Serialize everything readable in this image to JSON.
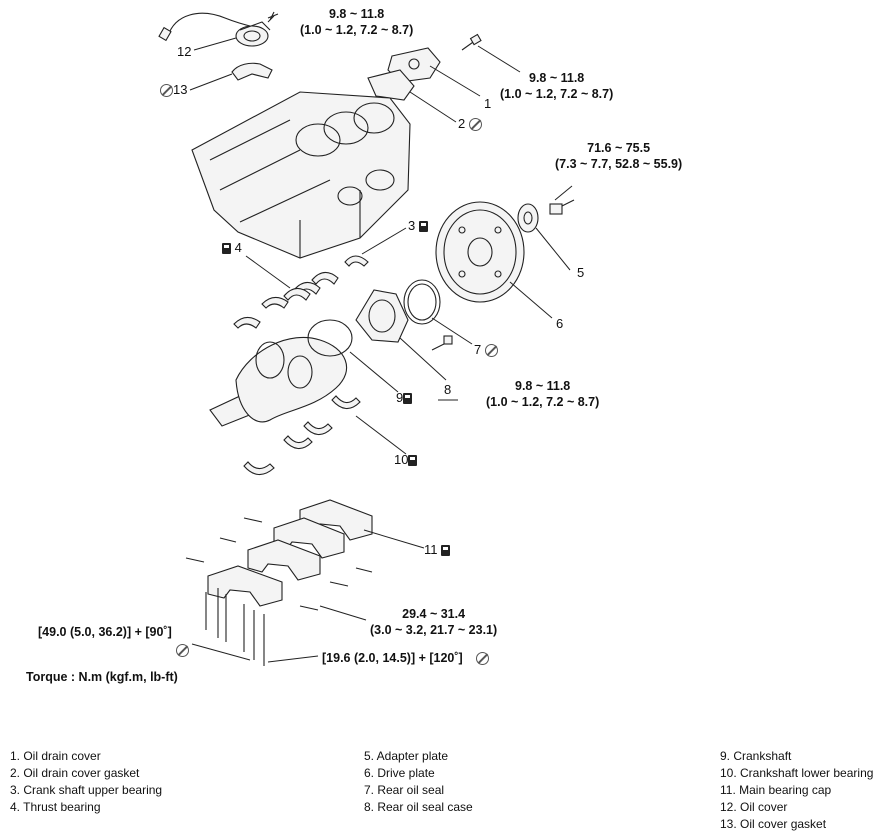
{
  "torque_specs": {
    "t12": {
      "line1": "9.8 ~ 11.8",
      "line2": "(1.0 ~ 1.2, 7.2 ~ 8.7)"
    },
    "t1": {
      "line1": "9.8 ~ 11.8",
      "line2": "(1.0 ~ 1.2, 7.2 ~ 8.7)"
    },
    "t5": {
      "line1": "71.6 ~ 75.5",
      "line2": "(7.3 ~ 7.7, 52.8 ~ 55.9)"
    },
    "t8": {
      "line1": "9.8 ~ 11.8",
      "line2": "(1.0 ~ 1.2, 7.2 ~ 8.7)"
    },
    "t11": {
      "line1": "29.4 ~ 31.4",
      "line2": "(3.0 ~ 3.2, 21.7 ~ 23.1)"
    },
    "t_bolt_a": "[49.0 (5.0, 36.2)] + [90˚]",
    "t_bolt_b": "[19.6 (2.0, 14.5)] + [120˚]"
  },
  "torque_unit": "Torque : N.m (kgf.m, lb-ft)",
  "callouts": {
    "c1": "1",
    "c2": "2",
    "c3": "3",
    "c4": "4",
    "c5": "5",
    "c6": "6",
    "c7": "7",
    "c8": "8",
    "c9": "9",
    "c10": "10",
    "c11": "11",
    "c12": "12",
    "c13": "13"
  },
  "legend": {
    "col1": [
      "1. Oil drain cover",
      "2. Oil drain cover gasket",
      "3. Crank shaft upper bearing",
      "4. Thrust bearing"
    ],
    "col2": [
      "5. Adapter plate",
      "6. Drive plate",
      "7. Rear oil seal",
      "8. Rear oil seal case"
    ],
    "col3": [
      "9. Crankshaft",
      "10. Crankshaft lower bearing",
      "11. Main bearing cap",
      "12. Oil cover",
      "13. Oil cover gasket"
    ]
  },
  "icons": {
    "no_reuse": "no-reuse-icon",
    "apply_oil": "apply-oil-icon"
  }
}
